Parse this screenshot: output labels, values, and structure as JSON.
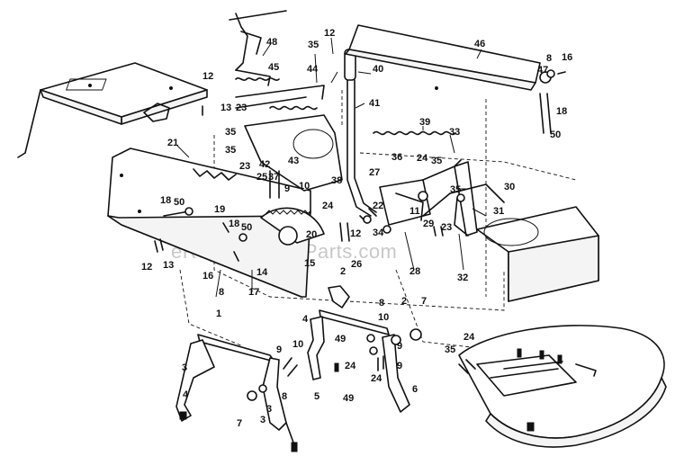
{
  "watermark": "eReplacementParts.com",
  "callouts": [
    {
      "id": "c1",
      "text": "12"
    },
    {
      "id": "c2",
      "text": "35"
    },
    {
      "id": "c3",
      "text": "48"
    },
    {
      "id": "c4",
      "text": "45"
    },
    {
      "id": "c5",
      "text": "44"
    },
    {
      "id": "c6",
      "text": "40"
    },
    {
      "id": "c7",
      "text": "46"
    },
    {
      "id": "c8",
      "text": "8"
    },
    {
      "id": "c9",
      "text": "16"
    },
    {
      "id": "c10",
      "text": "47"
    },
    {
      "id": "c11",
      "text": "18"
    },
    {
      "id": "c12",
      "text": "50"
    },
    {
      "id": "c13",
      "text": "12"
    },
    {
      "id": "c14",
      "text": "13"
    },
    {
      "id": "c15",
      "text": "23"
    },
    {
      "id": "c16",
      "text": "41"
    },
    {
      "id": "c17",
      "text": "35"
    },
    {
      "id": "c18",
      "text": "35"
    },
    {
      "id": "c19",
      "text": "39"
    },
    {
      "id": "c20",
      "text": "33"
    },
    {
      "id": "c21",
      "text": "21"
    },
    {
      "id": "c22",
      "text": "23"
    },
    {
      "id": "c23",
      "text": "42"
    },
    {
      "id": "c24",
      "text": "37"
    },
    {
      "id": "c25",
      "text": "43"
    },
    {
      "id": "c26",
      "text": "36"
    },
    {
      "id": "c27",
      "text": "24"
    },
    {
      "id": "c28",
      "text": "35"
    },
    {
      "id": "c29",
      "text": "25"
    },
    {
      "id": "c30",
      "text": "25"
    },
    {
      "id": "c31",
      "text": "38"
    },
    {
      "id": "c32",
      "text": "27"
    },
    {
      "id": "c33",
      "text": "9"
    },
    {
      "id": "c34",
      "text": "10"
    },
    {
      "id": "c35",
      "text": "30"
    },
    {
      "id": "c36",
      "text": "35"
    },
    {
      "id": "c37",
      "text": "18"
    },
    {
      "id": "c38",
      "text": "50"
    },
    {
      "id": "c39",
      "text": "19"
    },
    {
      "id": "c40",
      "text": "24"
    },
    {
      "id": "c41",
      "text": "31"
    },
    {
      "id": "c42",
      "text": "22"
    },
    {
      "id": "c43",
      "text": "11"
    },
    {
      "id": "c44",
      "text": "29"
    },
    {
      "id": "c45",
      "text": "23"
    },
    {
      "id": "c46",
      "text": "18"
    },
    {
      "id": "c47",
      "text": "50"
    },
    {
      "id": "c48",
      "text": "20"
    },
    {
      "id": "c49",
      "text": "12"
    },
    {
      "id": "c50",
      "text": "34"
    },
    {
      "id": "c51",
      "text": "12"
    },
    {
      "id": "c52",
      "text": "13"
    },
    {
      "id": "c53",
      "text": "16"
    },
    {
      "id": "c54",
      "text": "14"
    },
    {
      "id": "c55",
      "text": "15"
    },
    {
      "id": "c56",
      "text": "26"
    },
    {
      "id": "c57",
      "text": "28"
    },
    {
      "id": "c58",
      "text": "32"
    },
    {
      "id": "c59",
      "text": "8"
    },
    {
      "id": "c60",
      "text": "17"
    },
    {
      "id": "c61",
      "text": "2"
    },
    {
      "id": "c62",
      "text": "1"
    },
    {
      "id": "c63",
      "text": "4"
    },
    {
      "id": "c64",
      "text": "3"
    },
    {
      "id": "c65",
      "text": "8"
    },
    {
      "id": "c66",
      "text": "2"
    },
    {
      "id": "c67",
      "text": "7"
    },
    {
      "id": "c68",
      "text": "10"
    },
    {
      "id": "c69",
      "text": "49"
    },
    {
      "id": "c70",
      "text": "9"
    },
    {
      "id": "c71",
      "text": "3"
    },
    {
      "id": "c72",
      "text": "9"
    },
    {
      "id": "c73",
      "text": "10"
    },
    {
      "id": "c74",
      "text": "8"
    },
    {
      "id": "c75",
      "text": "24"
    },
    {
      "id": "c76",
      "text": "9"
    },
    {
      "id": "c77",
      "text": "4"
    },
    {
      "id": "c78",
      "text": "5"
    },
    {
      "id": "c79",
      "text": "49"
    },
    {
      "id": "c80",
      "text": "24"
    },
    {
      "id": "c81",
      "text": "6"
    },
    {
      "id": "c82",
      "text": "7"
    },
    {
      "id": "c83",
      "text": "3"
    },
    {
      "id": "c84",
      "text": "35"
    },
    {
      "id": "c85",
      "text": "24"
    }
  ]
}
